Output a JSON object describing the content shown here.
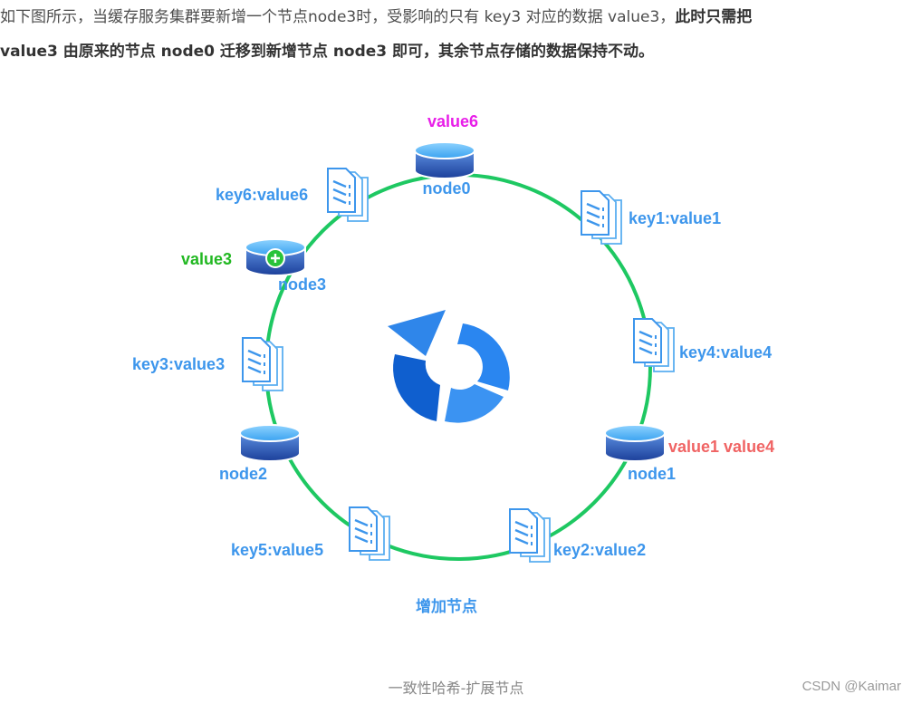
{
  "paragraph": {
    "line1_normal": "如下图所示，当缓存服务集群要新增一个节点node3时，受影响的只有 key3 对应的数据 value3，",
    "line1_bold": "此时只需把",
    "line2_bold": "value3 由原来的节点 node0 迁移到新增节点 node3 即可，其余节点存储的数据保持不动。"
  },
  "diagram": {
    "ring_color": "#1ec862",
    "accent_blue": "#2f8ee8",
    "label_blue": "#3d96ec",
    "label_magenta": "#e81ee8",
    "label_green": "#22b822",
    "label_red": "#f06464",
    "nodes": {
      "node0": "node0",
      "node1": "node1",
      "node2": "node2",
      "node3": "node3"
    },
    "node_values": {
      "node0_value": "value6",
      "node1_value": "value1 value4",
      "node3_value": "value3"
    },
    "keys": {
      "key1": "key1:value1",
      "key2": "key2:value2",
      "key3": "key3:value3",
      "key4": "key4:value4",
      "key5": "key5:value5",
      "key6": "key6:value6"
    },
    "subtitle": "增加节点"
  },
  "caption": "一致性哈希-扩展节点",
  "watermark": "CSDN @Kaimar"
}
